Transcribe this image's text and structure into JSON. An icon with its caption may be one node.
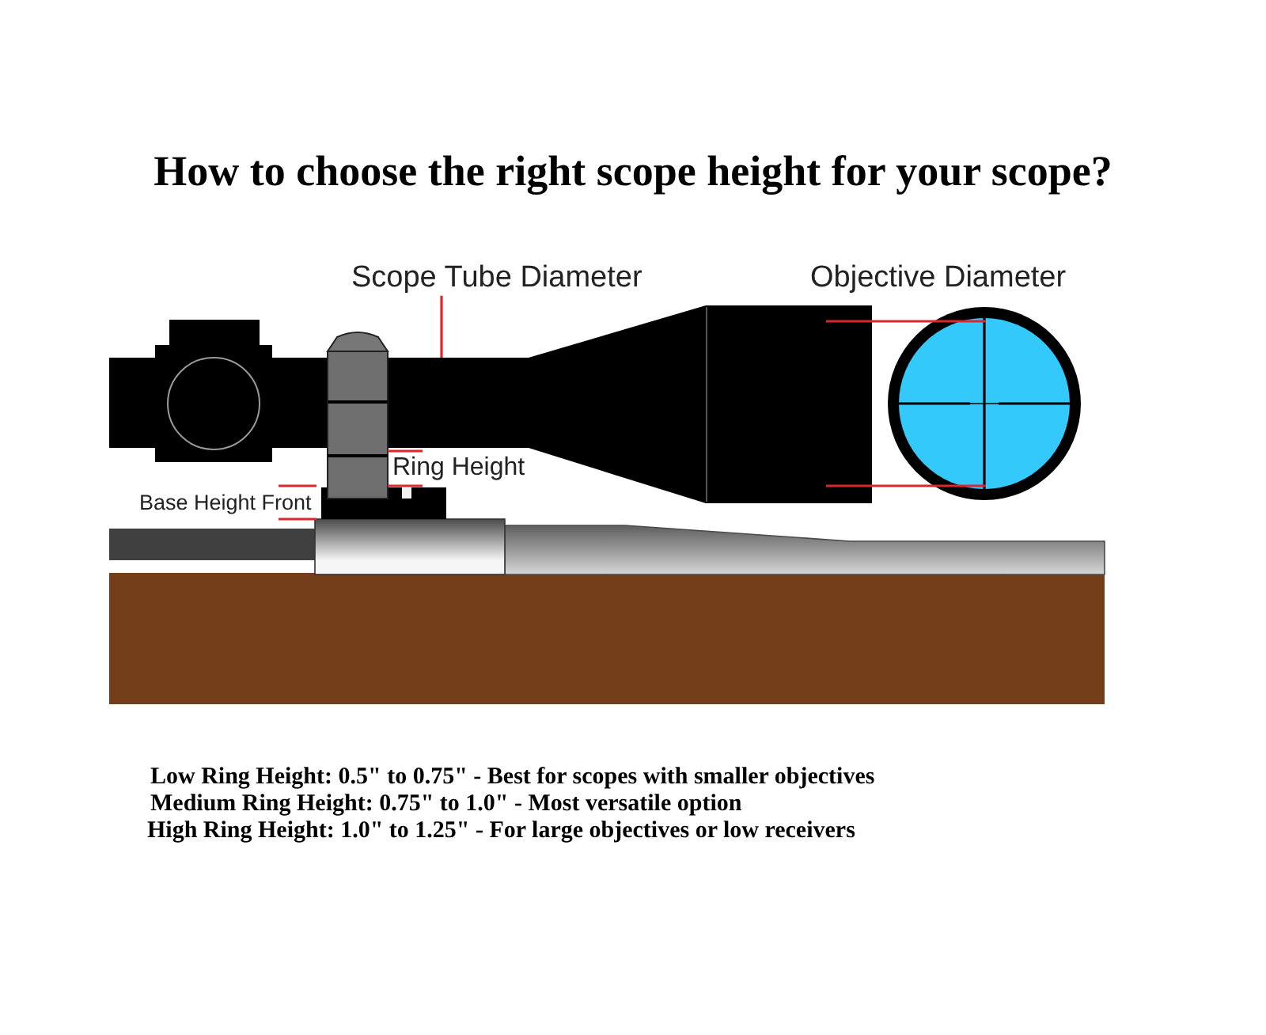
{
  "diagram": {
    "title": "How to choose the right scope height for your scope?",
    "nodes": [
      {
        "text": [
          "Scope Tube Diameter"
        ]
      },
      {
        "text": [],
        "shape": "bar"
      }
    ],
    "edges": [
      {
        "from": 0,
        "to": 1,
        "arrow": "none"
      }
    ],
    "labels": [
      "Objective Diameter",
      "Ring Height",
      "Base Height Front",
      "Low Ring Height: 0.5\" to 0.75\" - Best for scopes with smaller objectives",
      "Medium Ring Height: 0.75\" to 1.0\" - Most versatile option",
      "High Ring Height: 1.0\" to 1.25\" - For large objectives or low receivers"
    ]
  }
}
